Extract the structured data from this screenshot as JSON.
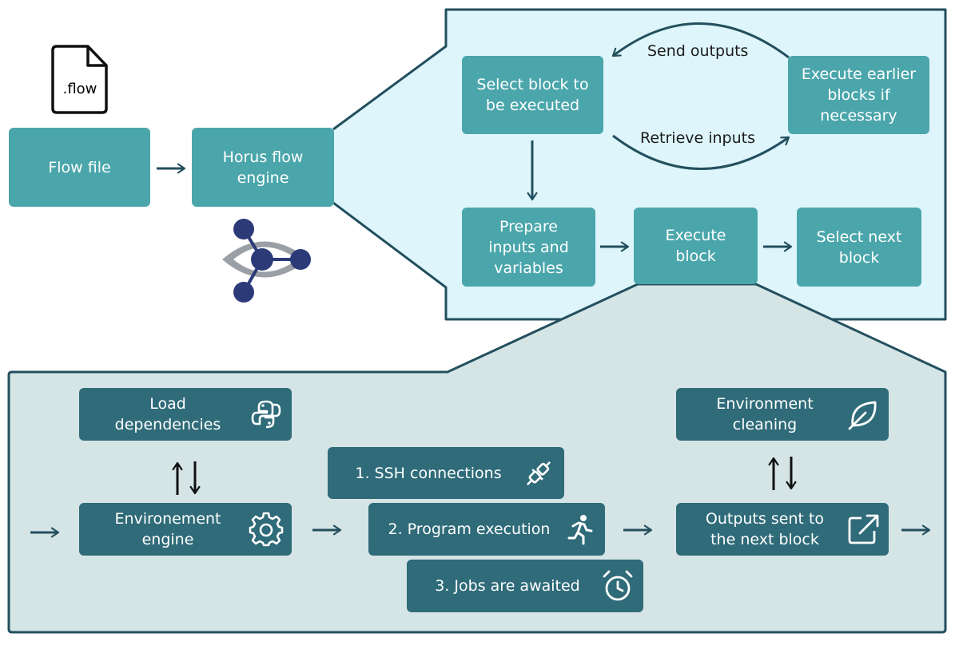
{
  "file_icon": {
    "label": ".flow"
  },
  "top_left": {
    "flow_file": "Flow file",
    "engine": "Horus flow\nengine"
  },
  "loop_panel": {
    "select_block": "Select block to\nbe executed",
    "execute_earlier": "Execute earlier\nblocks if\nnecessary",
    "send_outputs": "Send outputs",
    "retrieve_inputs": "Retrieve inputs",
    "prepare_inputs": "Prepare\ninputs and\nvariables",
    "execute_block": "Execute\nblock",
    "select_next": "Select next\nblock"
  },
  "execution_panel": {
    "load_dependencies": "Load\ndependencies",
    "environment_engine": "Environement\nengine",
    "ssh_connections": "1. SSH connections",
    "program_execution": "2. Program execution",
    "jobs_awaited": "3. Jobs are awaited",
    "environment_cleaning": "Environment\ncleaning",
    "outputs_sent": "Outputs sent to\nthe next block"
  },
  "colors": {
    "teal_box": "#4ba6ab",
    "dark_box": "#2f6b79",
    "loop_panel_bg": "#ddf5fb",
    "execution_panel_bg": "#d5e4e5",
    "panel_border": "#234f5e",
    "logo_navy": "#2c3a78",
    "logo_gray": "#9aa0a6"
  }
}
